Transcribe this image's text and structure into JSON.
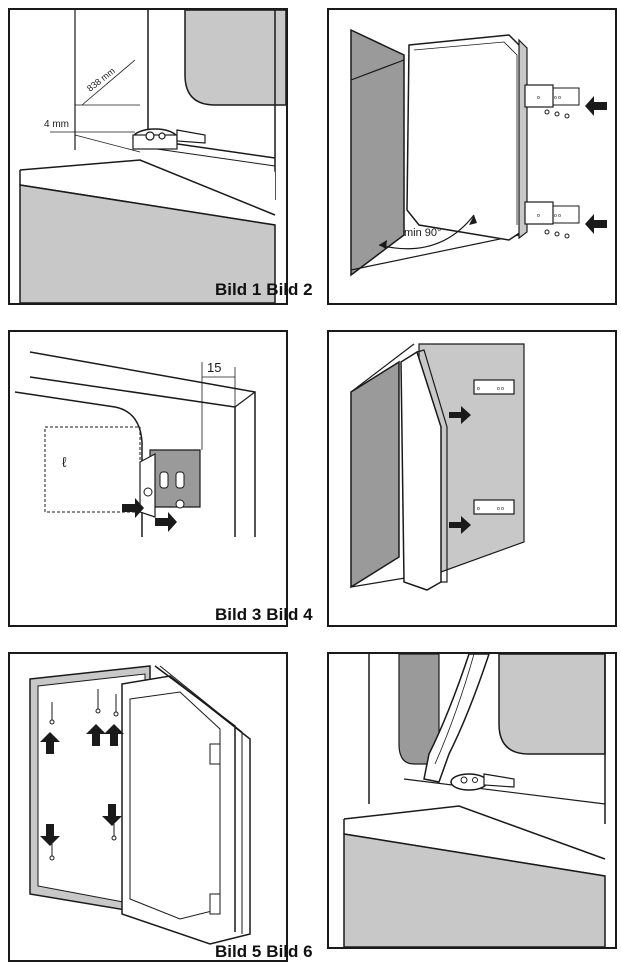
{
  "figures": [
    {
      "caption": "Bild 1",
      "labels": {
        "dim_height": "838 mm",
        "dim_gap": "4 mm"
      }
    },
    {
      "caption": "Bild 2",
      "labels": {
        "angle": "min 90°"
      }
    },
    {
      "caption": "Bild 3",
      "labels": {
        "dim_offset": "15"
      }
    },
    {
      "caption": "Bild 4",
      "labels": {}
    },
    {
      "caption": "Bild 5",
      "labels": {}
    },
    {
      "caption": "Bild 6",
      "labels": {}
    }
  ],
  "colors": {
    "line": "#1a1a1a",
    "gray": "#c8c8c8",
    "dark_gray": "#9a9a9a",
    "fill": "#ffffff"
  }
}
